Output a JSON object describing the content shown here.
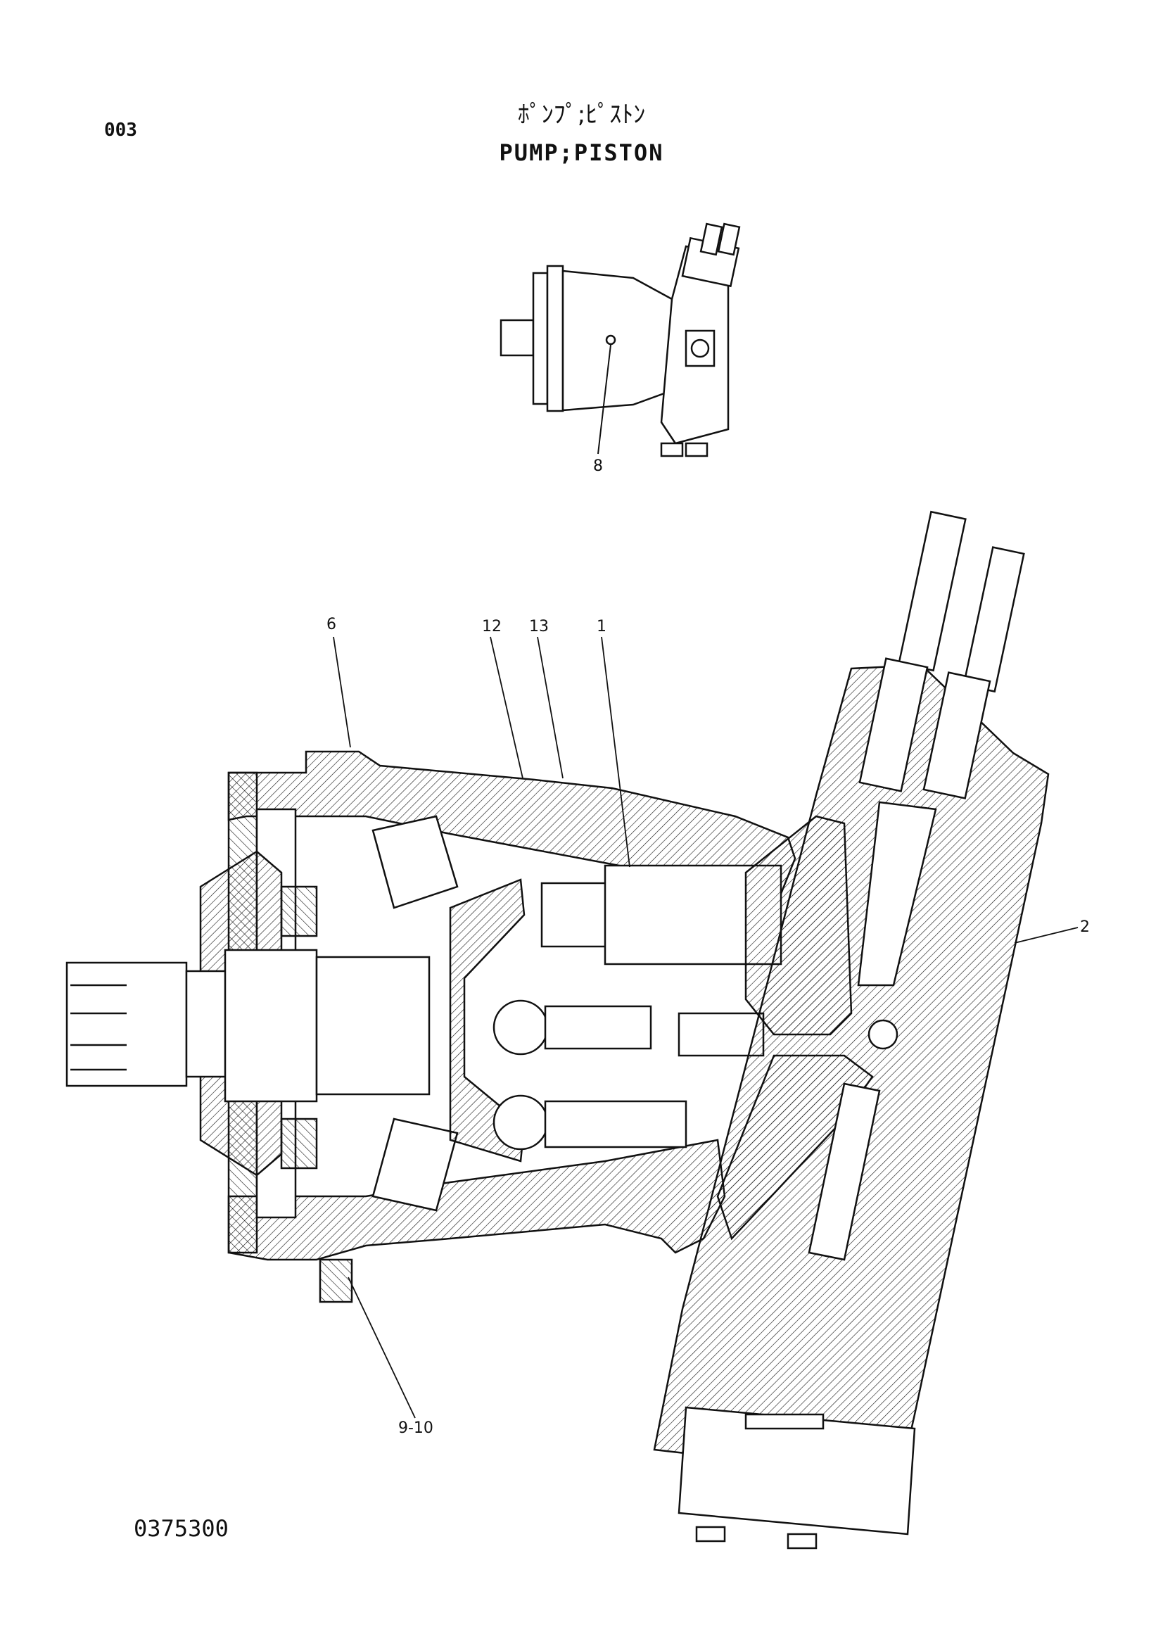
{
  "header": {
    "page_number": "003",
    "title_jp": "ﾎﾟﾝﾌﾟ;ﾋﾟｽﾄﾝ",
    "title_en": "PUMP;PISTON"
  },
  "callouts": {
    "c8": "8",
    "c6": "6",
    "c12": "12",
    "c13": "13",
    "c1": "1",
    "c2": "2",
    "c9_10": "9-10"
  },
  "footer": {
    "drawing_number": "0375300"
  }
}
